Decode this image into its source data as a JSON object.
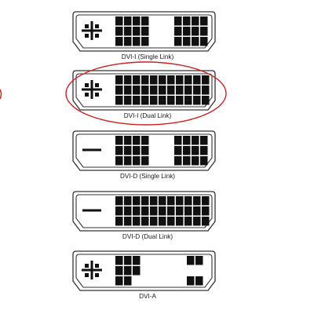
{
  "accent_color": "#cc2222",
  "highlighted_connector": "dvi-i-dual",
  "connectors": [
    {
      "id": "dvi-i-single",
      "label": "DVI-I (Single Link)",
      "analog": "cross",
      "digital": "single",
      "analog_pins": true
    },
    {
      "id": "dvi-i-dual",
      "label": "DVI-I (Dual Link)",
      "analog": "cross",
      "digital": "dual",
      "analog_pins": false
    },
    {
      "id": "dvi-d-single",
      "label": "DVI-D (Single Link)",
      "analog": "bar",
      "digital": "single",
      "analog_pins": false
    },
    {
      "id": "dvi-d-dual",
      "label": "DVI-D (Dual Link)",
      "analog": "bar",
      "digital": "dual",
      "analog_pins": false
    },
    {
      "id": "dvi-a",
      "label": "DVI-A",
      "analog": "cross",
      "digital": "analog",
      "analog_pins": true
    }
  ]
}
